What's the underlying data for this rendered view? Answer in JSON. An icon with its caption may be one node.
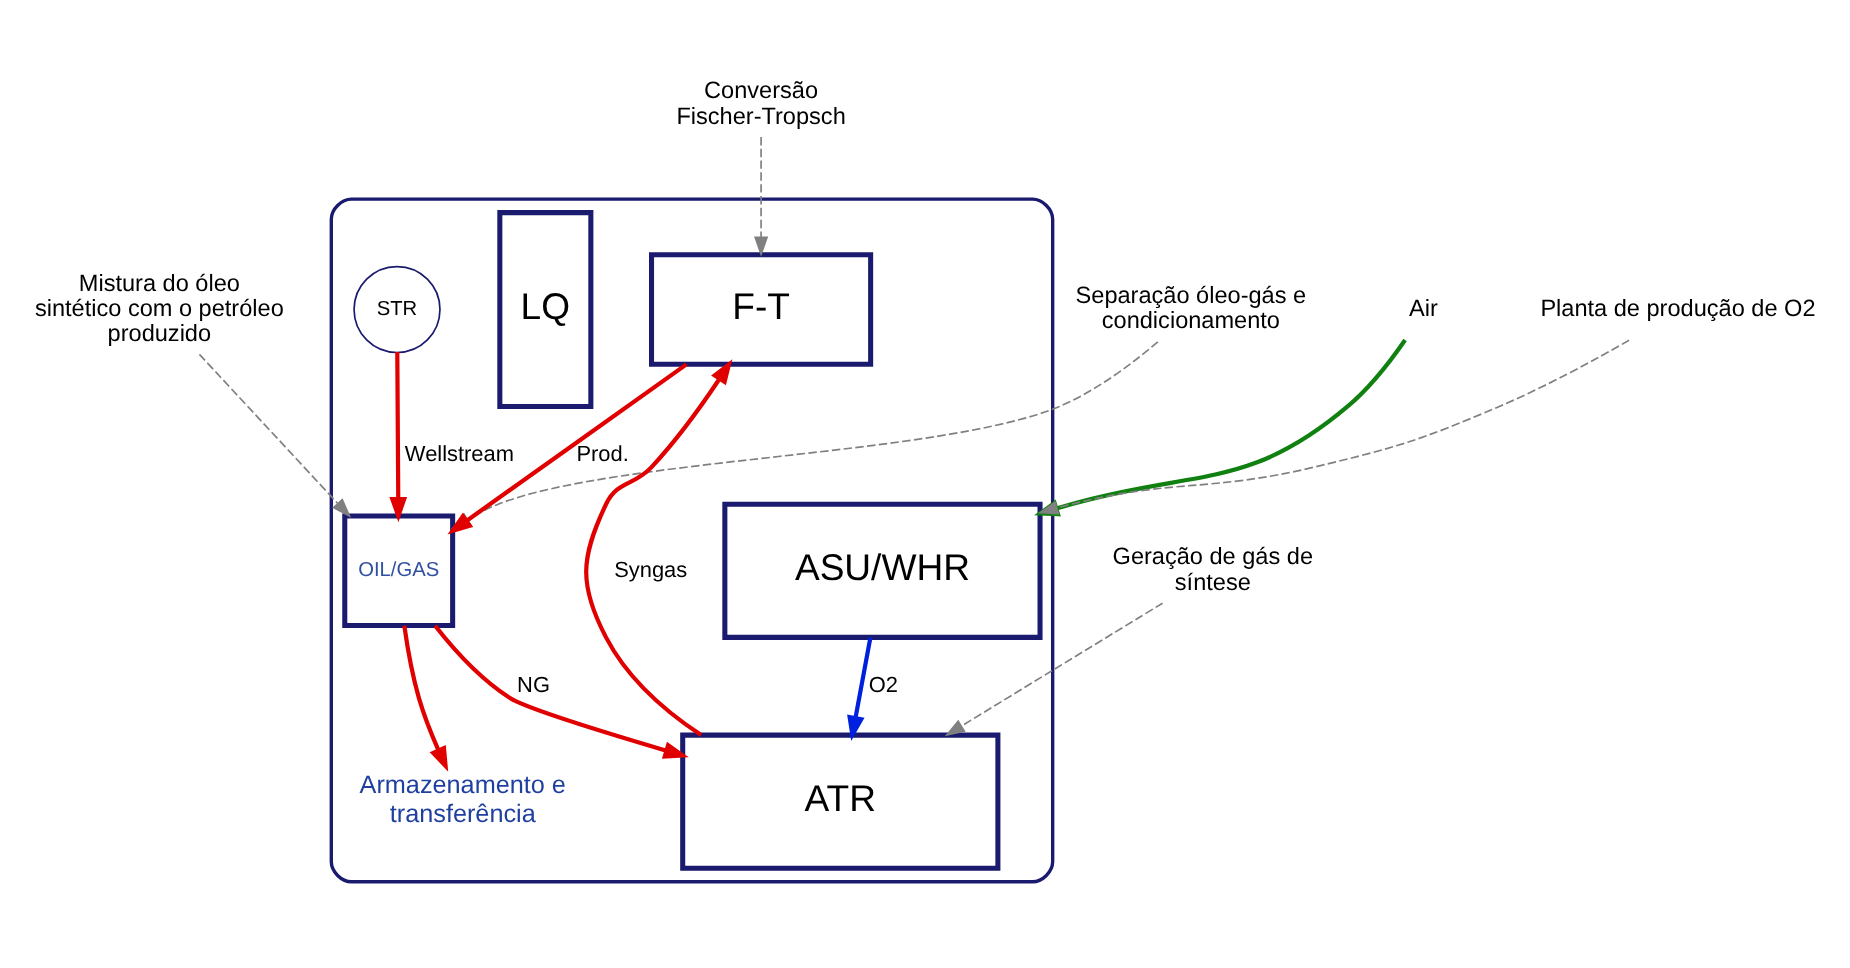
{
  "diagram": {
    "nodes": [
      {
        "text": [
          "Mistura do óleo sintético com o petróleo produzido"
        ]
      },
      {
        "text": [
          "Conversão Fischer-Tropsch"
        ]
      },
      {
        "text": [
          "Separação óleo-gás e condicionamento"
        ]
      },
      {
        "text": [],
        "shape": "hull"
      },
      {
        "text": [
          "F-T"
        ],
        "in": 3
      },
      {
        "text": [
          "OIL/GAS"
        ],
        "in": 3
      },
      {
        "text": [
          "Armazenamento e transferência"
        ],
        "in": 3
      },
      {
        "text": [
          "LQ"
        ],
        "in": 3
      },
      {
        "text": [
          "STR"
        ],
        "in": 3
      },
      {
        "text": [
          "ATR"
        ],
        "in": 3
      },
      {
        "text": [
          "ASU/WHR"
        ],
        "in": 3
      },
      {
        "text": [
          "Air"
        ]
      },
      {
        "text": [
          "Geração de gás de síntese"
        ]
      },
      {
        "text": [
          "Planta de produção de O2"
        ]
      }
    ],
    "edges": [
      {
        "from": 1,
        "to": 4,
        "arrow": "to",
        "style": "dashed",
        "color": "#808080"
      },
      {
        "from": 0,
        "to": 5,
        "arrow": "to",
        "style": "dashed",
        "color": "#808080"
      },
      {
        "from": 2,
        "to": 5,
        "arrow": "to",
        "style": "dashed",
        "color": "#808080"
      },
      {
        "from": 9,
        "to": 4,
        "arrow": "to",
        "label": "Syngas",
        "color": "#e00000"
      },
      {
        "from": 4,
        "to": 5,
        "arrow": "to",
        "label": "Prod.",
        "color": "#e00000"
      },
      {
        "from": 5,
        "to": 6,
        "arrow": "to",
        "color": "#e00000"
      },
      {
        "from": 8,
        "to": 5,
        "arrow": "to",
        "label": "Wellstream",
        "color": "#e00000"
      },
      {
        "from": 5,
        "to": 9,
        "arrow": "to",
        "label": "NG",
        "color": "#e00000"
      },
      {
        "from": 10,
        "to": 9,
        "arrow": "to",
        "label": "O2",
        "color": "#0020e0"
      },
      {
        "from": 11,
        "to": 10,
        "arrow": "to",
        "color": "#108010"
      },
      {
        "from": 12,
        "to": 9,
        "arrow": "to",
        "style": "dashed",
        "color": "#808080"
      },
      {
        "from": 13,
        "to": 10,
        "arrow": "to",
        "style": "dashed",
        "color": "#808080"
      }
    ]
  }
}
